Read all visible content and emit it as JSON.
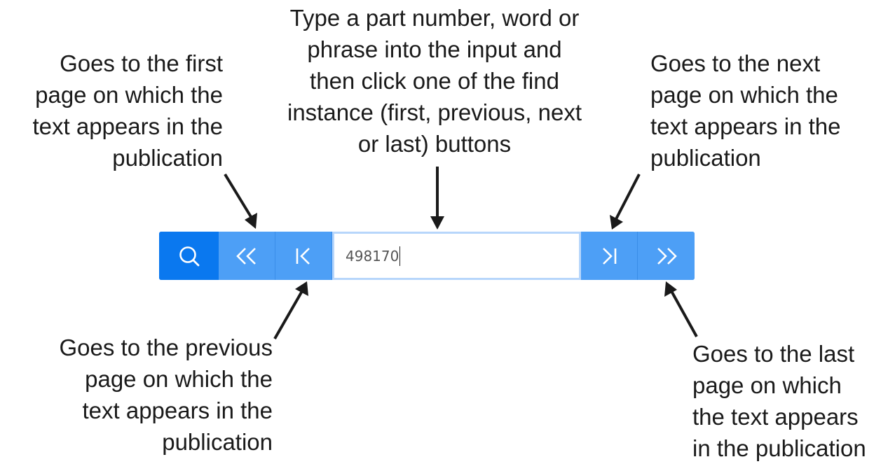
{
  "callouts": {
    "search": [
      "Type a part number, word or",
      "phrase into the input and",
      "then click one of the find",
      "instance (first, previous, next",
      "or last) buttons"
    ],
    "first": [
      "Goes to the first",
      "page on which the",
      "text appears in the",
      "publication"
    ],
    "next": [
      "Goes to the next",
      "page on which the",
      "text appears in the",
      "publication"
    ],
    "previous": [
      "Goes to the previous",
      "page on which the",
      "text appears in the",
      "publication"
    ],
    "last": [
      "Goes to the last",
      "page on which",
      "the text appears",
      "in the publication"
    ]
  },
  "toolbar": {
    "search_value": "498170",
    "buttons": {
      "search": "search-icon",
      "first": "double-chevron-left-icon",
      "previous": "skip-previous-icon",
      "next": "skip-next-icon",
      "last": "double-chevron-right-icon"
    }
  },
  "colors": {
    "search_button": "#0a78ef",
    "nav_button": "#4d9ff6",
    "input_border": "#b7d6fb",
    "text": "#1a1a1a"
  }
}
